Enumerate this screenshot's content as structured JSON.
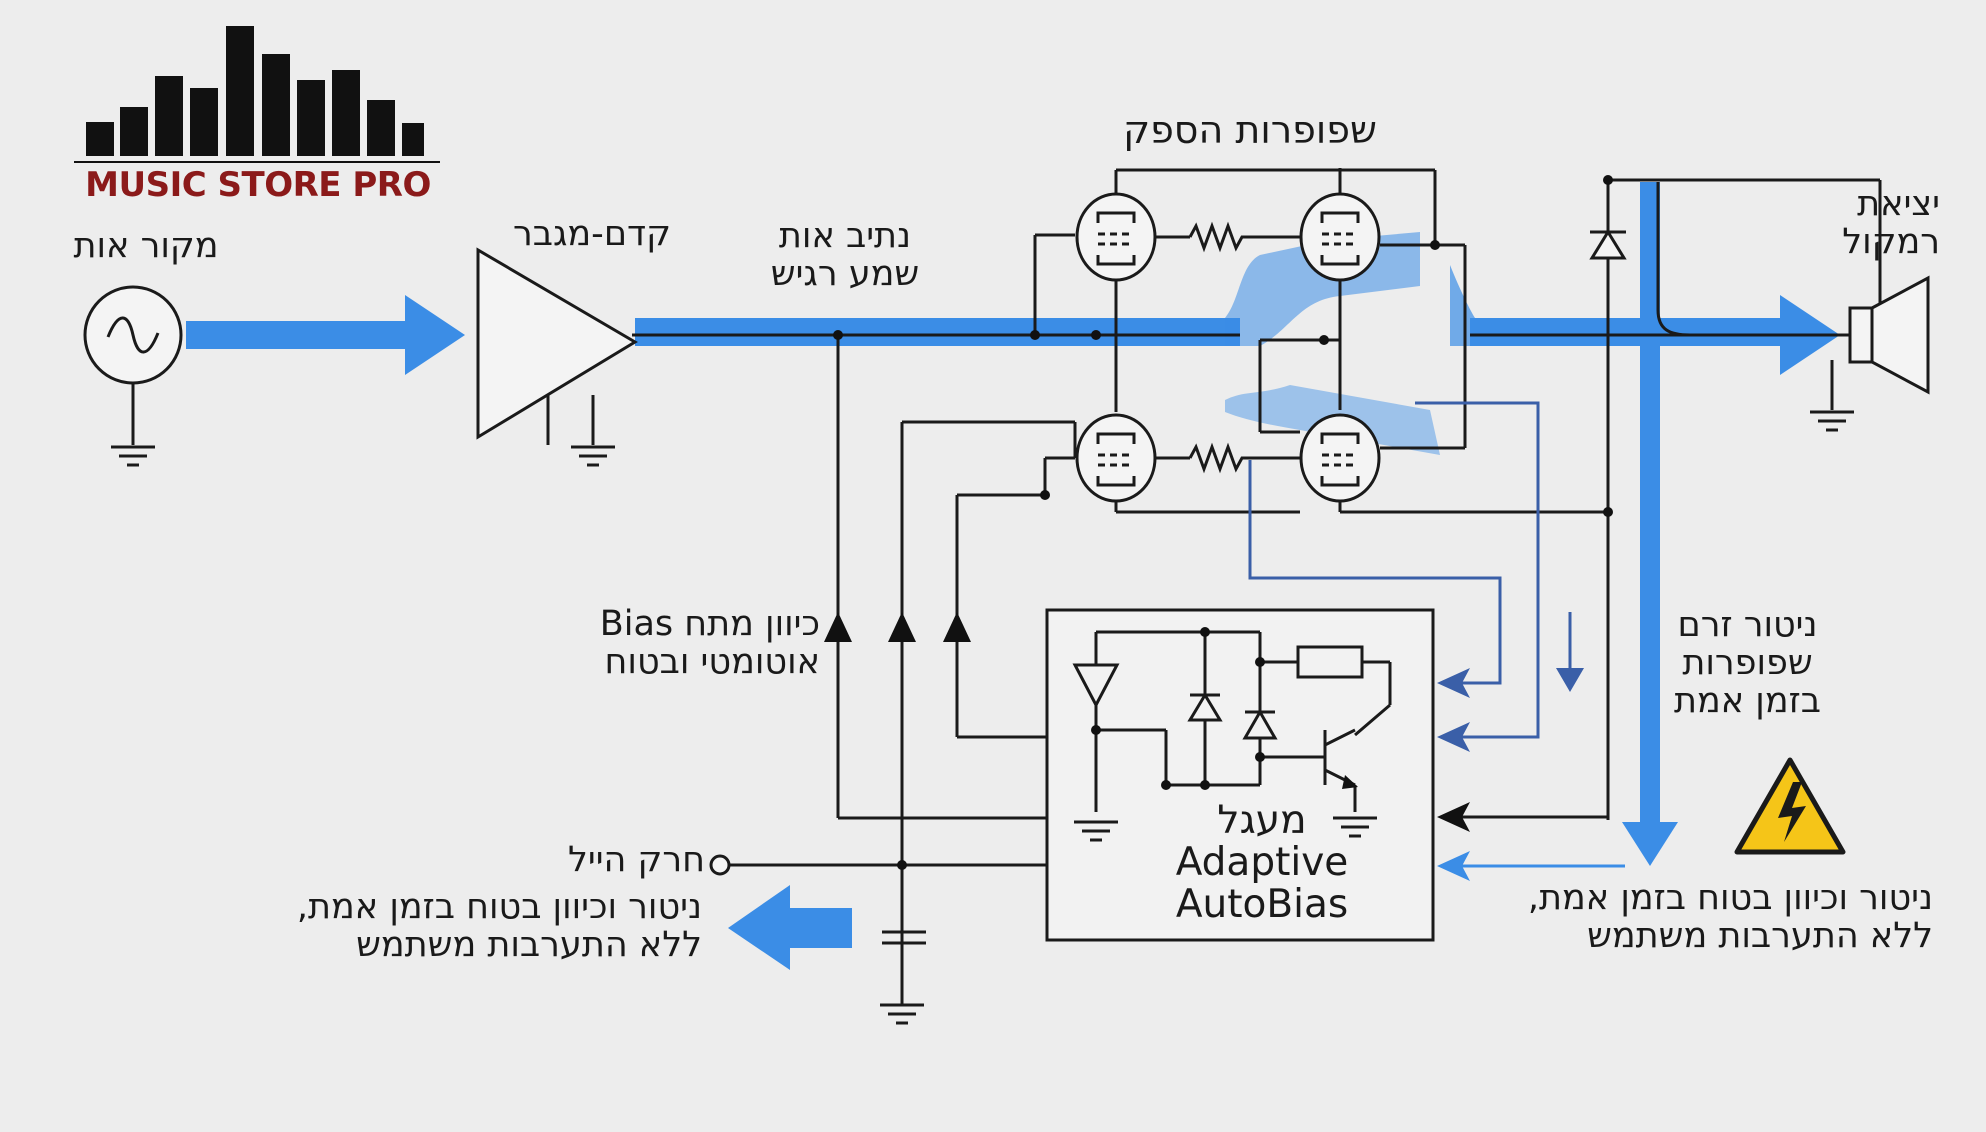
{
  "logo": {
    "brand_a": "MUSIC STORE",
    "brand_b": "PRO",
    "brand_a_color": "#8b1a1a",
    "brand_b_color": "#8b1a1a"
  },
  "labels": {
    "signal_source": "מקור אות",
    "preamp": "קדם-מגבר",
    "sensitive_path_1": "נתיב אות",
    "sensitive_path_2": "שמע רגיש",
    "power_tubes": "שפופרות הספק",
    "speaker_out_1": "יציאת",
    "speaker_out_2": "רמקול",
    "bias_adjust_1": "כיוון מתח Bias",
    "bias_adjust_2": "אוטומטי ובטוח",
    "tube_monitor_1": "ניטור זרם",
    "tube_monitor_2": "שפופרות",
    "tube_monitor_3": "בזמן אמת",
    "heil_slot": "חרק הייל",
    "monitor_left_1": "ניטור וכיוון בטוח בזמן אמת,",
    "monitor_left_2": "ללא התערבות משתמש",
    "monitor_right_1": "ניטור וכיוון בטוח בזמן אמת,",
    "monitor_right_2": "ללא התערבות משתמש",
    "circuit_1": "מעגל",
    "circuit_2": "Adaptive",
    "circuit_3": "AutoBias"
  },
  "colors": {
    "signal_blue": "#3b8de6",
    "monitor_blue": "#3a5fa8",
    "wire": "#1a1a1a",
    "warning_yellow": "#f5c518"
  },
  "icons": [
    "ac-source-icon",
    "ground-icon",
    "amplifier-icon",
    "vacuum-tube-icon",
    "resistor-icon",
    "diode-icon",
    "capacitor-icon",
    "transistor-icon",
    "speaker-icon",
    "high-voltage-warning-icon",
    "logo-bars-icon"
  ]
}
